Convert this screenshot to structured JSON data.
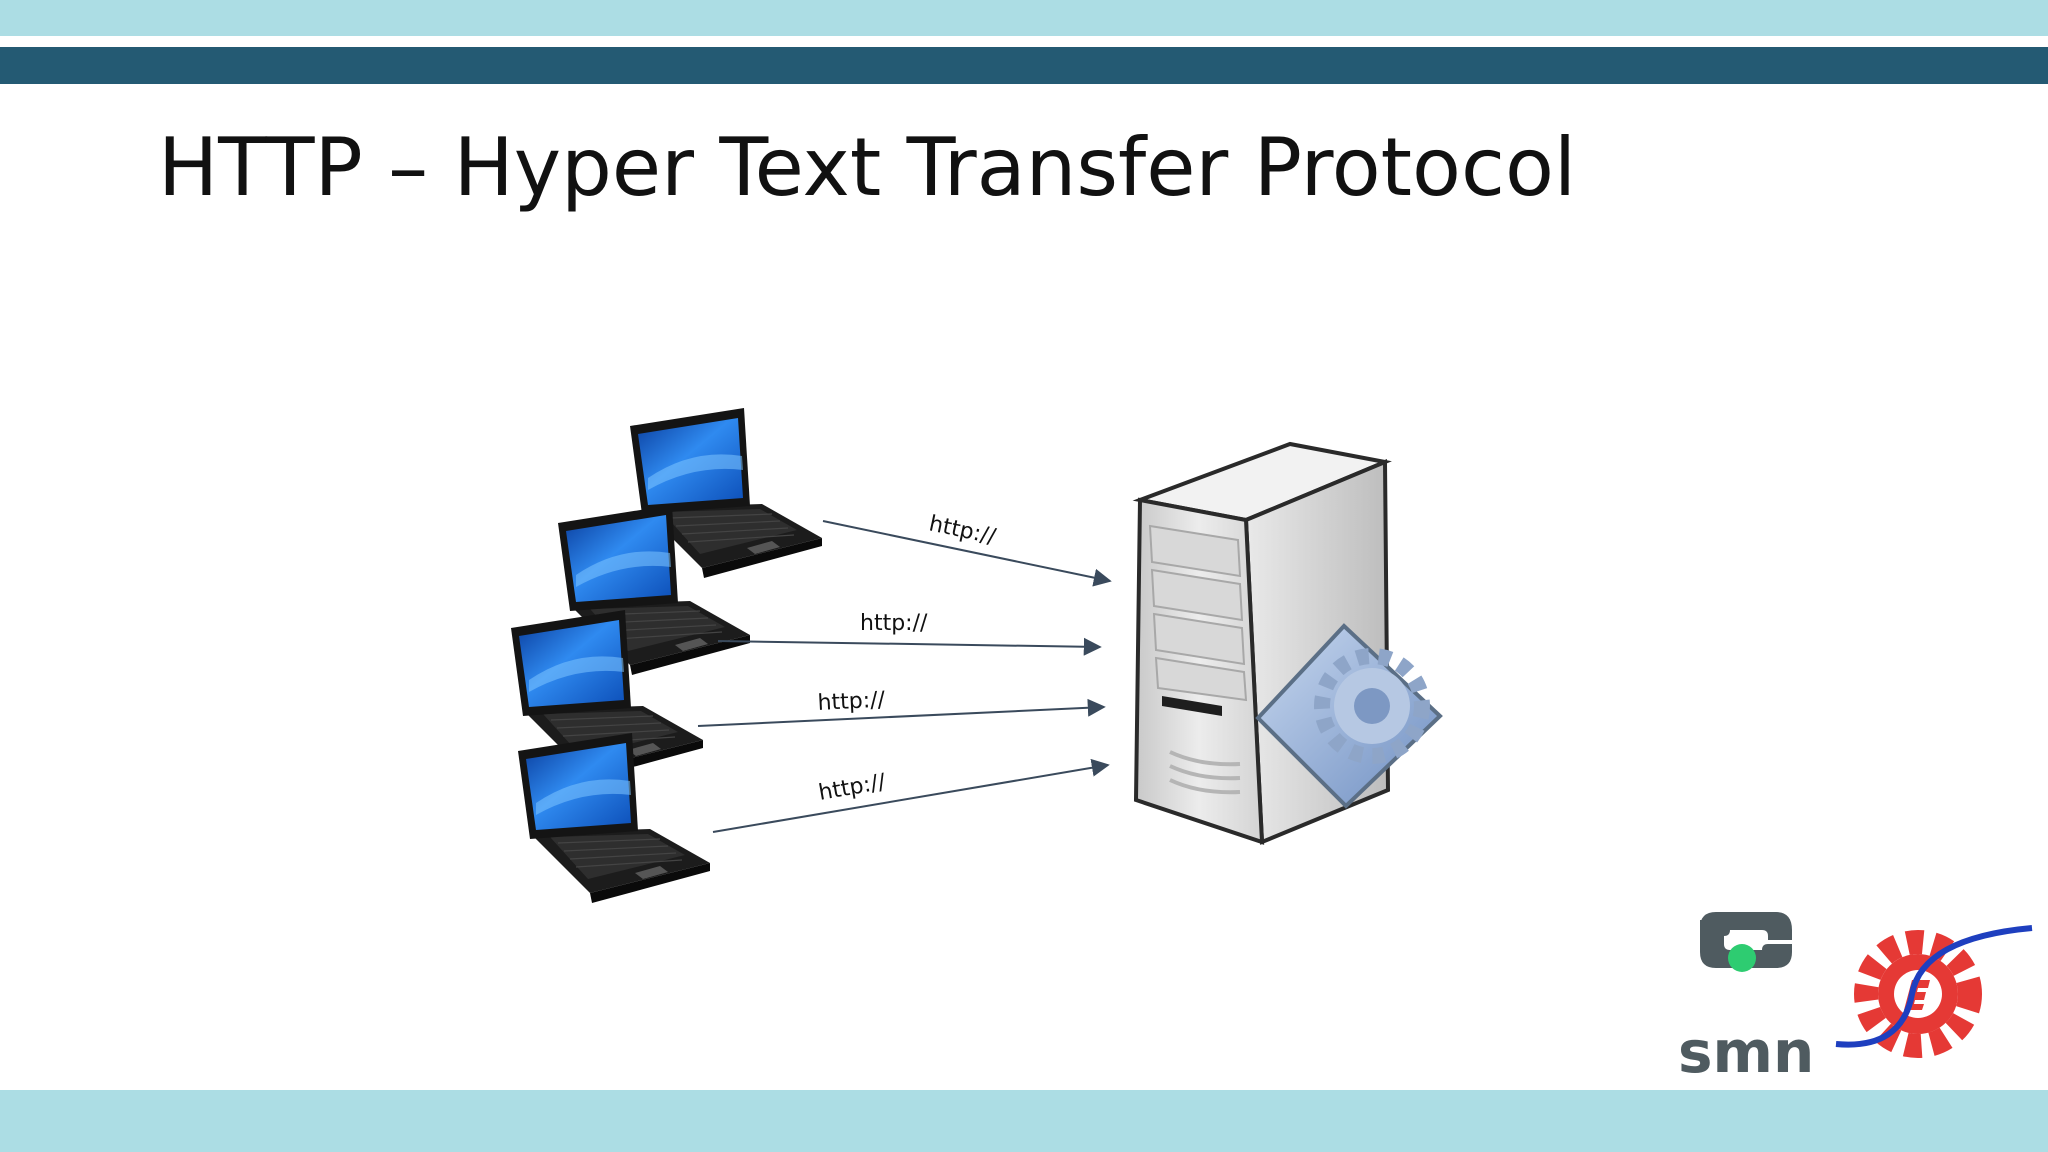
{
  "slide": {
    "title": "HTTP – Hyper Text Transfer Protocol"
  },
  "diagram": {
    "connections": [
      {
        "label": "http://"
      },
      {
        "label": "http://"
      },
      {
        "label": "http://"
      },
      {
        "label": "http://"
      }
    ]
  },
  "logos": {
    "smn_text": "smn"
  },
  "colors": {
    "band_light": "#acdde4",
    "band_dark": "#245a73",
    "arrow": "#3a4a5c",
    "screen_blue": "#1f6fd4",
    "logo_grey": "#4f5b60",
    "logo_green": "#2ecc71",
    "gear_red": "#e53935",
    "curve_blue": "#1e3fbf"
  },
  "icons": [
    "laptop-icon",
    "server-icon",
    "gear-icon",
    "smn-logo",
    "gear-logo"
  ]
}
